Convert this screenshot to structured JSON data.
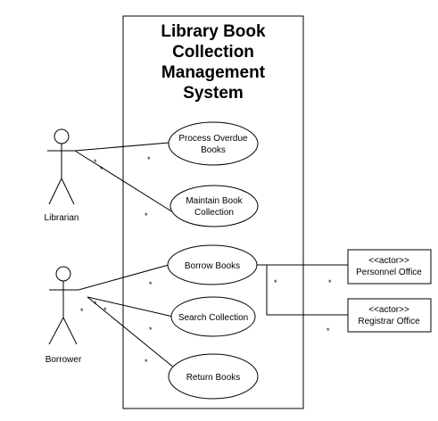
{
  "system": {
    "title_lines": [
      "Library Book",
      "Collection",
      "Management",
      "System"
    ]
  },
  "actors": {
    "librarian": {
      "label": "Librarian"
    },
    "borrower": {
      "label": "Borrower"
    },
    "personnel_office": {
      "stereotype": "<<actor>>",
      "label": "Personnel Office"
    },
    "registrar_office": {
      "stereotype": "<<actor>>",
      "label": "Registrar Office"
    }
  },
  "use_cases": {
    "process_overdue": {
      "lines": [
        "Process Overdue",
        "Books"
      ]
    },
    "maintain_book": {
      "lines": [
        "Maintain Book",
        "Collection"
      ]
    },
    "borrow_books": {
      "lines": [
        "Borrow Books"
      ]
    },
    "search_collection": {
      "lines": [
        "Search Collection"
      ]
    },
    "return_books": {
      "lines": [
        "Return Books"
      ]
    }
  },
  "multiplicities": {
    "symbol": "*"
  },
  "colors": {
    "stroke": "#000000",
    "background": "#ffffff"
  }
}
